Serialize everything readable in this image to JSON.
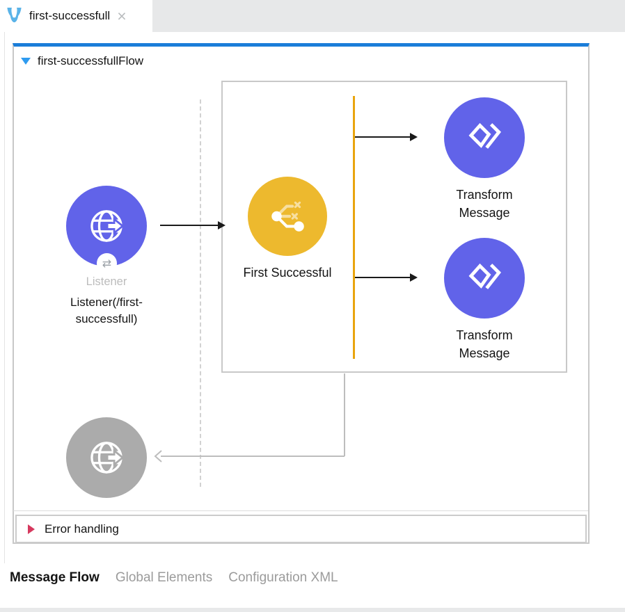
{
  "window": {
    "tab_title": "first-successfull",
    "close_label": "×"
  },
  "flow": {
    "title": "first-successfullFlow",
    "error_handling_label": "Error handling"
  },
  "nodes": {
    "listener": {
      "type_label": "Listener",
      "doc_name": "Listener(/first-successfull)"
    },
    "first_successful": {
      "label": "First Successful"
    },
    "transform_message_1": {
      "label": "Transform Message"
    },
    "transform_message_2": {
      "label": "Transform Message"
    }
  },
  "bottom_tabs": [
    {
      "label": "Message Flow",
      "active": true
    },
    {
      "label": "Global Elements",
      "active": false
    },
    {
      "label": "Configuration XML",
      "active": false
    }
  ],
  "icons": {
    "mule_logo": "mule-head",
    "close": "×",
    "flow_collapse": "triangle-down",
    "http_listener": "globe-with-arrow",
    "exchange_badge": "⇄",
    "first_successful": "branch-with-crosses",
    "transform": "dataweave-mark",
    "ghost_endpoint": "globe-with-arrow",
    "error_collapse": "triangle-right"
  },
  "colors": {
    "flow_accent_blue": "#1a7dd9",
    "node_purple": "#6163e9",
    "node_yellow": "#edb92e",
    "node_gray": "#ababab",
    "branch_line_orange": "#e9a50e",
    "error_red": "#d6395e",
    "collapse_blue": "#2e9bf0",
    "tabbar_gray": "#e7e8e9"
  }
}
